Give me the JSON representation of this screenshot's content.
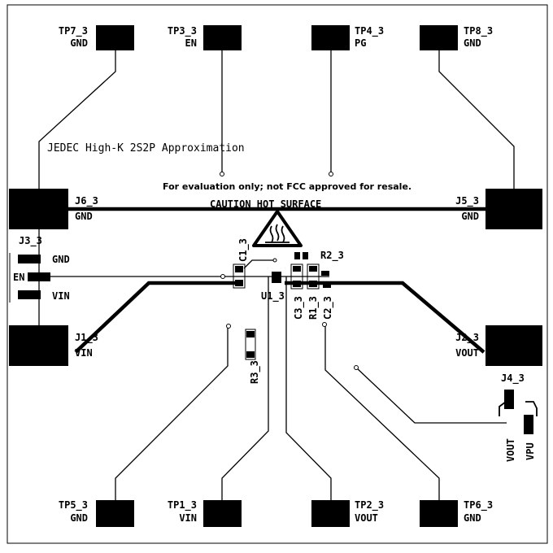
{
  "board": {
    "title_text": "JEDEC High-K 2S2P Approximation",
    "fcc_note": "For evaluation only; not FCC approved for resale.",
    "caution_text": "CAUTION HOT SURFACE"
  },
  "test_points": {
    "tp7": {
      "ref": "TP7_3",
      "net": "GND"
    },
    "tp3": {
      "ref": "TP3_3",
      "net": "EN"
    },
    "tp4": {
      "ref": "TP4_3",
      "net": "PG"
    },
    "tp8": {
      "ref": "TP8_3",
      "net": "GND"
    },
    "tp5": {
      "ref": "TP5_3",
      "net": "GND"
    },
    "tp1": {
      "ref": "TP1_3",
      "net": "VIN"
    },
    "tp2": {
      "ref": "TP2_3",
      "net": "VOUT"
    },
    "tp6": {
      "ref": "TP6_3",
      "net": "GND"
    }
  },
  "connectors": {
    "j6": {
      "ref": "J6_3",
      "net": "GND"
    },
    "j5": {
      "ref": "J5_3",
      "net": "GND"
    },
    "j1": {
      "ref": "J1_3",
      "net": "VIN"
    },
    "j2": {
      "ref": "J2_3",
      "net": "VOUT"
    },
    "j3": {
      "ref": "J3_3",
      "top": "GND",
      "mid": "EN",
      "bottom": "VIN"
    },
    "j4": {
      "ref": "J4_3",
      "left": "VOUT",
      "right": "VPU"
    }
  },
  "components": {
    "c1": "C1_3",
    "r2": "R2_3",
    "u1": "U1_3",
    "c3": "C3_3",
    "r1": "R1_3",
    "c2": "C2_3",
    "r3": "R3_3"
  }
}
